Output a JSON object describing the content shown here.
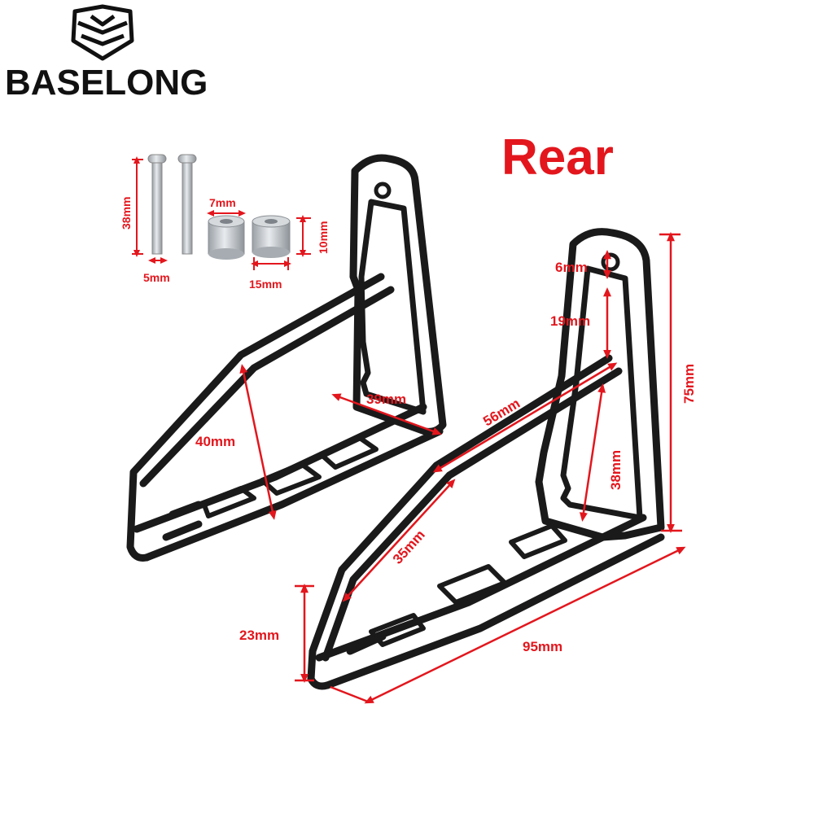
{
  "brand": {
    "name": "BASELONG"
  },
  "heading": {
    "text": "Rear"
  },
  "hardware": {
    "bolt_length": "38mm",
    "bolt_diameter": "5mm",
    "spacer_height": "7mm",
    "spacer_outer": "15mm",
    "spacer_tall": "10mm"
  },
  "left_bracket": {
    "cross_width": "40mm",
    "mount_width": "39mm"
  },
  "right_bracket": {
    "hole": "6mm",
    "hole_to_pivot": "19mm",
    "arm_length": "56mm",
    "lower_height": "38mm",
    "total_height": "75mm",
    "tip_length": "35mm",
    "tip_height": "23mm",
    "total_length": "95mm"
  },
  "colors": {
    "dimension": "#e3161d",
    "bracket": "#1a1a1a",
    "hardware": "#c9cdd1"
  }
}
